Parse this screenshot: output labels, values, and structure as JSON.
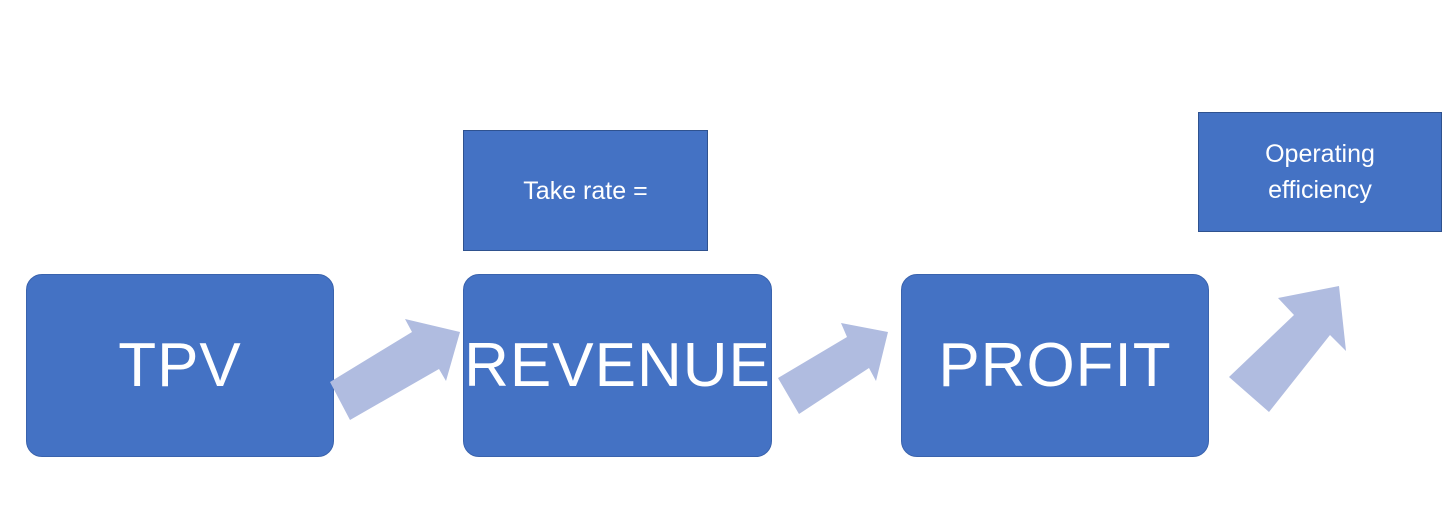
{
  "boxes": {
    "tpv": "TPV",
    "revenue": "REVENUE",
    "profit": "PROFIT",
    "take_rate": "Take rate =",
    "operating_efficiency": "Operating efficiency"
  },
  "colors": {
    "box_fill": "#4472C4",
    "arrow_fill": "#B0BCE0"
  },
  "icons": {
    "arrow": "up-right-arrow-icon"
  }
}
